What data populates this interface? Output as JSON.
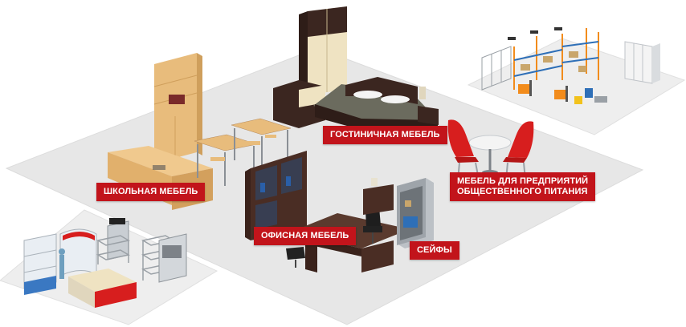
{
  "colors": {
    "label_bg": "#c2141b",
    "floor_main": "#ececec",
    "floor_side": "#f3f3f3",
    "wood_light": "#e5b877",
    "wood_dark": "#4a2d24",
    "chair_red": "#d71e1e",
    "metal": "#b9bec4",
    "forklift_orange": "#f28c1c"
  },
  "categories": [
    {
      "id": "school",
      "label": "ШКОЛЬНАЯ МЕБЕЛЬ",
      "icon": "school-furniture-illustration"
    },
    {
      "id": "hotel",
      "label": "ГОСТИНИЧНАЯ МЕБЕЛЬ",
      "icon": "hotel-bedroom-illustration"
    },
    {
      "id": "catering",
      "label_line1": "МЕБЕЛЬ ДЛЯ ПРЕДПРИЯТИЙ",
      "label_line2": "ОБЩЕСТВЕННОГО ПИТАНИЯ",
      "icon": "cafe-furniture-illustration"
    },
    {
      "id": "office",
      "label": "ОФИСНАЯ МЕБЕЛЬ",
      "icon": "office-furniture-illustration"
    },
    {
      "id": "safes",
      "label": "СЕЙФЫ",
      "icon": "safe-illustration"
    }
  ],
  "decor": {
    "warehouse_icon": "warehouse-racks-illustration",
    "retail_icon": "retail-kitchen-equipment-illustration"
  }
}
